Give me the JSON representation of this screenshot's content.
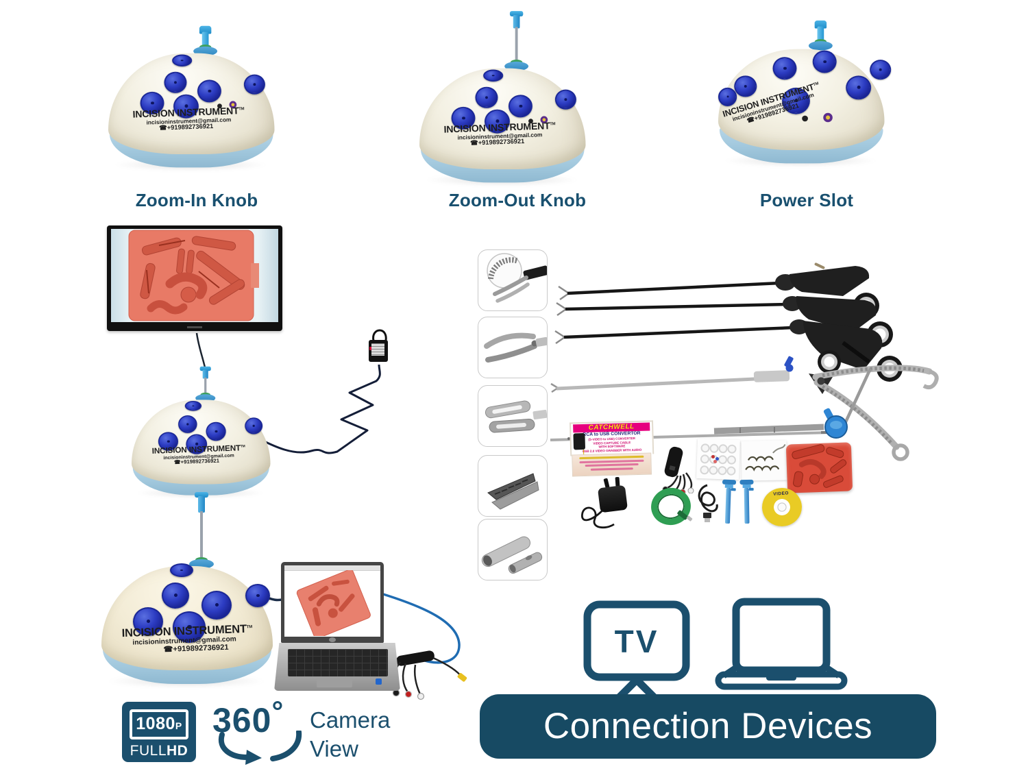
{
  "branding": {
    "name": "INCISION INSTRUMENT",
    "tm": "TM",
    "email": "incisioninstrument@gmail.com",
    "phone": "☎+919892736921"
  },
  "labels": {
    "items": [
      {
        "caption": "Zoom-In Knob"
      },
      {
        "caption": "Zoom-Out Knob"
      },
      {
        "caption": "Power Slot"
      }
    ]
  },
  "converter_box": {
    "brand": "CATCHWELL",
    "title": "RCA to USB CONVERTOR",
    "lines": [
      "(S-VIDEO to USB) CONVERTER",
      "VIDEO CAPTURE CABLE",
      "WITH SOFTWARE",
      "USB 2.0 VIDEO GRABBER WITH AUDIO"
    ]
  },
  "cd": {
    "label": "VIDEO"
  },
  "features": {
    "resolution": {
      "main": "1080",
      "sub": "P",
      "full": "FULL",
      "hd": "HD"
    },
    "rotation": {
      "degrees": "360",
      "symbol": "°"
    },
    "camera_view": {
      "line1": "Camera",
      "line2": "View"
    }
  },
  "footer": {
    "tv_label": "TV",
    "banner": "Connection Devices"
  },
  "colors": {
    "accent_navy": "#1b4f6d",
    "banner_navy": "#174a63",
    "port_blue": "#2432b4",
    "knob_blue": "#2da0dc",
    "base_blue": "#a9cde2",
    "pad_red": "#d94b39",
    "screen_salmon": "#e87a66"
  }
}
